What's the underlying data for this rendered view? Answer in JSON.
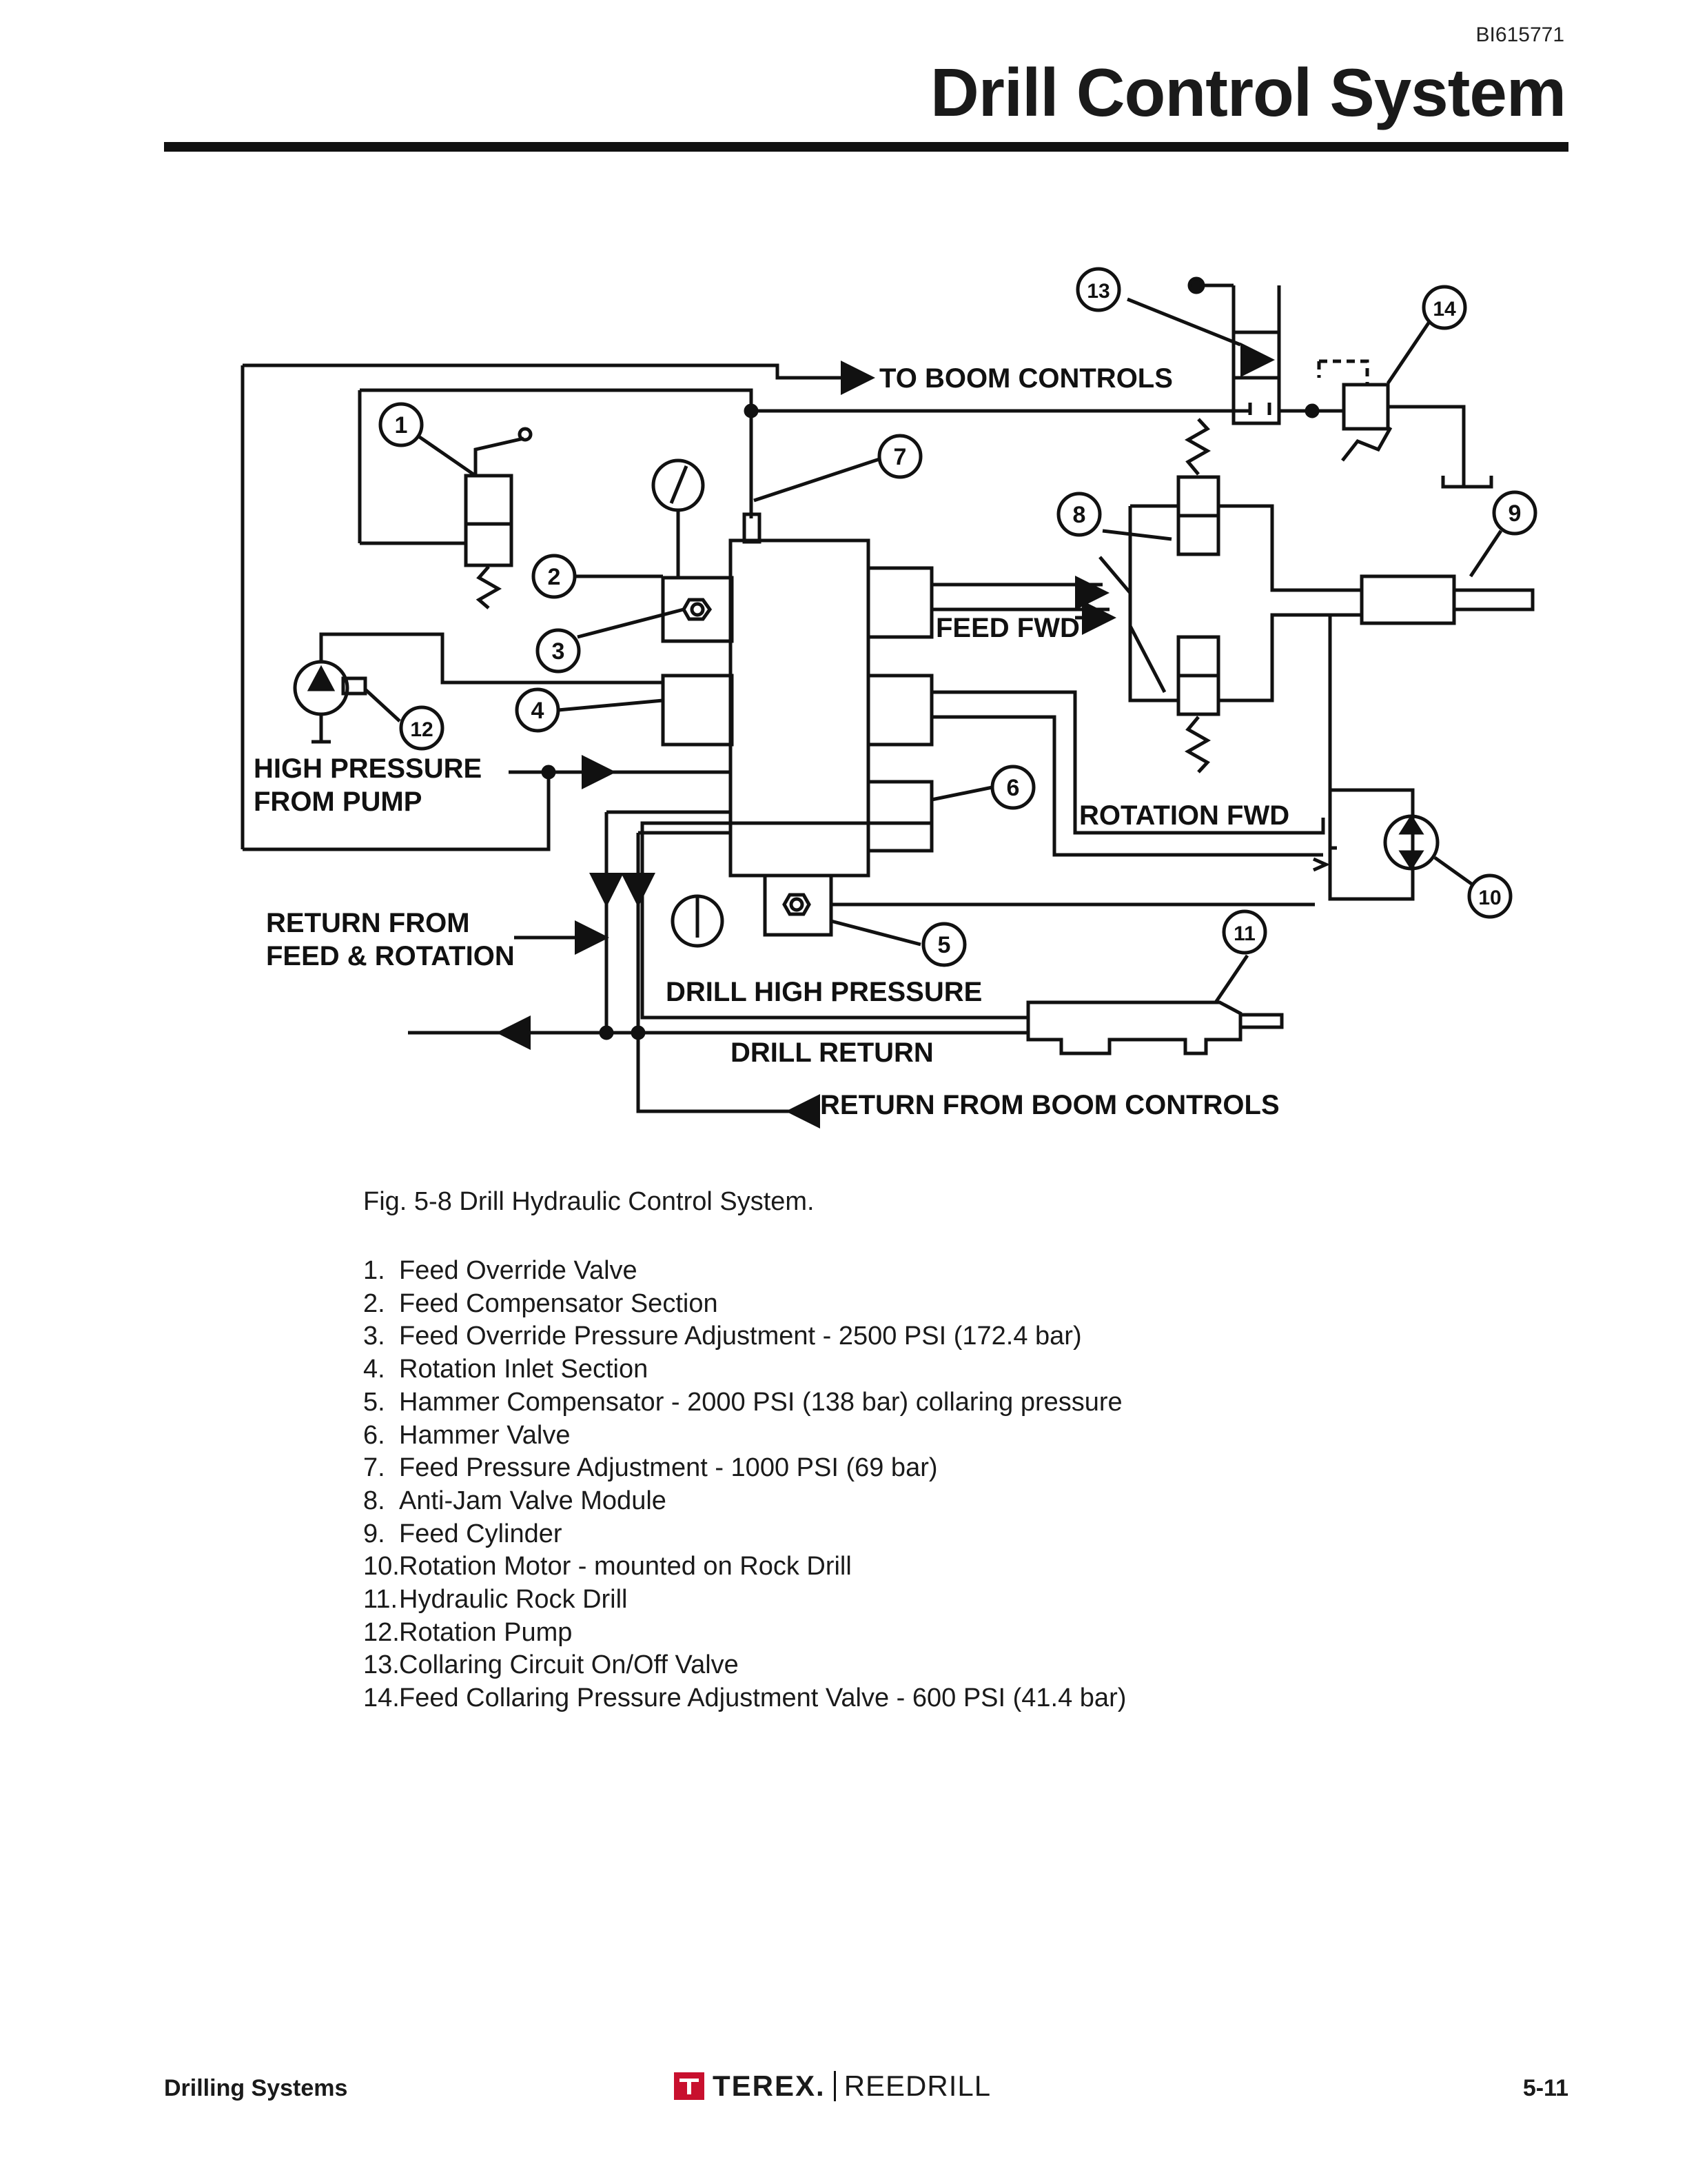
{
  "header": {
    "doc_id": "BI615771",
    "title": "Drill Control System"
  },
  "diagram": {
    "labels": {
      "to_boom_controls": "TO BOOM CONTROLS",
      "feed_fwd": "FEED FWD",
      "rotation_fwd": "ROTATION FWD",
      "high_pressure_1": "HIGH PRESSURE",
      "high_pressure_2": "FROM PUMP",
      "return_feed_1": "RETURN FROM",
      "return_feed_2": "FEED & ROTATION",
      "drill_high_pressure": "DRILL HIGH PRESSURE",
      "drill_return": "DRILL RETURN",
      "return_boom": "RETURN FROM BOOM CONTROLS"
    },
    "callouts": [
      "1",
      "2",
      "3",
      "4",
      "5",
      "6",
      "7",
      "8",
      "9",
      "10",
      "11",
      "12",
      "13",
      "14"
    ]
  },
  "caption": "Fig. 5-8  Drill Hydraulic Control System.",
  "legend": [
    {
      "num": "1.",
      "text": "Feed Override Valve"
    },
    {
      "num": "2.",
      "text": "Feed Compensator Section"
    },
    {
      "num": "3.",
      "text": "Feed Override Pressure Adjustment - 2500 PSI (172.4 bar)"
    },
    {
      "num": "4.",
      "text": "Rotation Inlet Section"
    },
    {
      "num": "5.",
      "text": "Hammer Compensator - 2000 PSI (138 bar) collaring pressure"
    },
    {
      "num": "6.",
      "text": "Hammer Valve"
    },
    {
      "num": "7.",
      "text": "Feed Pressure Adjustment - 1000 PSI (69 bar)"
    },
    {
      "num": "8.",
      "text": "Anti-Jam Valve Module"
    },
    {
      "num": "9.",
      "text": "Feed Cylinder"
    },
    {
      "num": "10.",
      "text": "Rotation Motor - mounted on Rock Drill"
    },
    {
      "num": "11.",
      "text": "Hydraulic Rock Drill"
    },
    {
      "num": "12.",
      "text": "Rotation Pump"
    },
    {
      "num": "13.",
      "text": "Collaring Circuit On/Off Valve"
    },
    {
      "num": "14.",
      "text": "Feed Collaring Pressure Adjustment Valve - 600 PSI (41.4 bar)"
    }
  ],
  "footer": {
    "section": "Drilling Systems",
    "brand": "TEREX.",
    "product": "REEDRILL",
    "page": "5-11"
  }
}
